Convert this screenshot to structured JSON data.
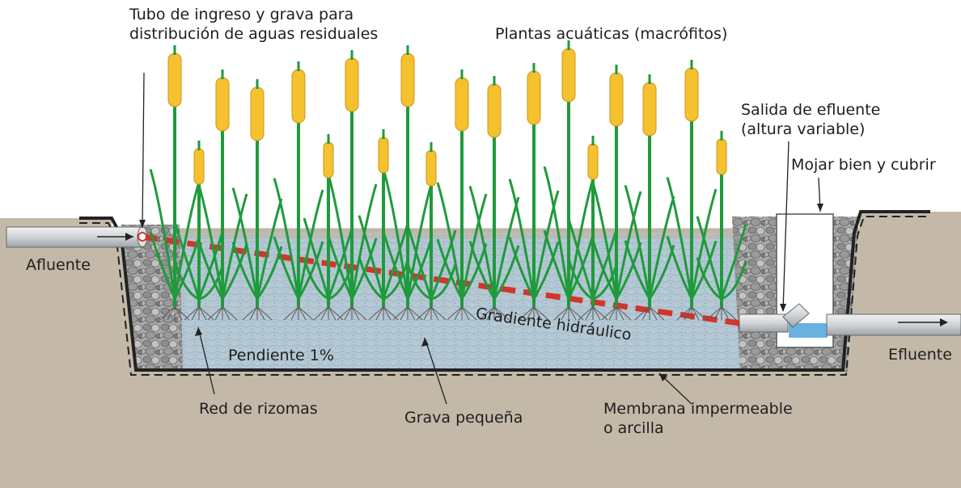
{
  "labels": {
    "inlet_pipe": [
      "Tubo de ingreso y grava para",
      "distribución de aguas residuales"
    ],
    "plants": "Plantas acuáticas (macrófitos)",
    "effluent_outlet": [
      "Salida de efluente",
      "(altura variable)"
    ],
    "wet_cover": "Mojar bien y cubrir",
    "afluente": "Afluente",
    "efluente": "Efluente",
    "gradient": "Gradiente hidráulico",
    "slope": "Pendiente 1%",
    "rhizomes": "Red de rizomas",
    "gravel": "Grava pequeña",
    "membrane": [
      "Membrana impermeable",
      "o arcilla"
    ]
  },
  "colors": {
    "soil": "#c4b9a8",
    "water": "#b6cbd8",
    "gravel": "#b8b8b8",
    "plant_stem": "#1f9a3c",
    "cattail": "#f5c12e",
    "gradient_line": "#d2352a",
    "liner": "#222222"
  }
}
